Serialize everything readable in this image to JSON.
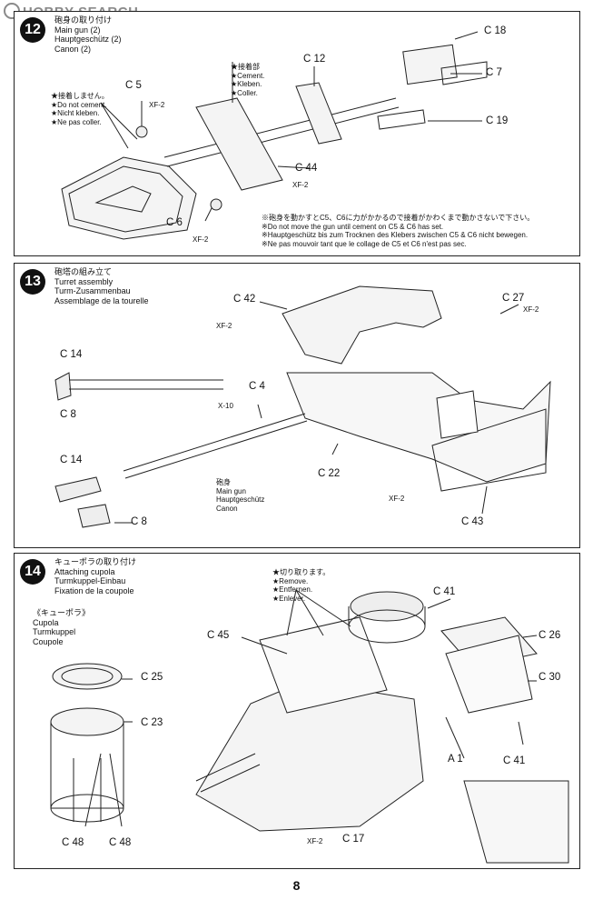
{
  "watermark": "HOBBY SEARCH",
  "page_number": "8",
  "step12": {
    "number": "12",
    "title_jp": "砲身の取り付け",
    "title_en": "Main gun (2)",
    "title_de": "Hauptgeschütz (2)",
    "title_fr": "Canon (2)",
    "no_cement": [
      "★接着しません。",
      "★Do not cement.",
      "★Nicht kleben.",
      "★Ne pas coller."
    ],
    "cement": [
      "★接着部",
      "★Cement.",
      "★Kleben.",
      "★Coller."
    ],
    "labels": {
      "c18": "C 18",
      "c12": "C 12",
      "c7": "C 7",
      "c19": "C 19",
      "c5": "C 5",
      "c44": "C 44",
      "c6": "C 6"
    },
    "paint_xf2_a": "XF-2",
    "paint_xf2_b": "XF-2",
    "paint_xf2_c": "XF-2",
    "notes": [
      "※砲身を動かすとC5、C6に力がかかるので接着がかわくまで動かさないで下さい。",
      "※Do not move the gun until cement on C5 & C6 has set.",
      "※Hauptgeschütz bis zum Trocknen des Klebers zwischen C5 & C6 nicht bewegen.",
      "※Ne pas mouvoir tant que le collage de C5 et C6 n'est pas sec."
    ]
  },
  "step13": {
    "number": "13",
    "title_jp": "砲塔の組み立て",
    "title_en": "Turret assembly",
    "title_de": "Turm-Zusammenbau",
    "title_fr": "Assemblage de la tourelle",
    "labels": {
      "c42": "C 42",
      "c27": "C 27",
      "c14a": "C 14",
      "c8a": "C 8",
      "c4": "C 4",
      "c14b": "C 14",
      "c8b": "C 8",
      "c22": "C 22",
      "c43": "C 43"
    },
    "paint_xf2_a": "XF-2",
    "paint_xf2_b": "XF-2",
    "paint_xf2_c": "XF-2",
    "paint_x10": "X-10",
    "gun": [
      "砲身",
      "Main gun",
      "Hauptgeschütz",
      "Canon"
    ]
  },
  "step14": {
    "number": "14",
    "title_jp": "キューポラの取り付け",
    "title_en": "Attaching cupola",
    "title_de": "Turmkuppel-Einbau",
    "title_fr": "Fixation de la coupole",
    "cupola": [
      "《キューポラ》",
      "Cupola",
      "Turmkuppel",
      "Coupole"
    ],
    "remove": [
      "★切り取ります。",
      "★Remove.",
      "★Entfernen.",
      "★Enlever."
    ],
    "labels": {
      "c25": "C 25",
      "c23": "C 23",
      "c48a": "C 48",
      "c48b": "C 48",
      "c45": "C 45",
      "c41a": "C 41",
      "c26": "C 26",
      "c30": "C 30",
      "a1": "A 1",
      "c41b": "C 41",
      "c17": "C 17"
    },
    "paint_xf2": "XF-2"
  }
}
